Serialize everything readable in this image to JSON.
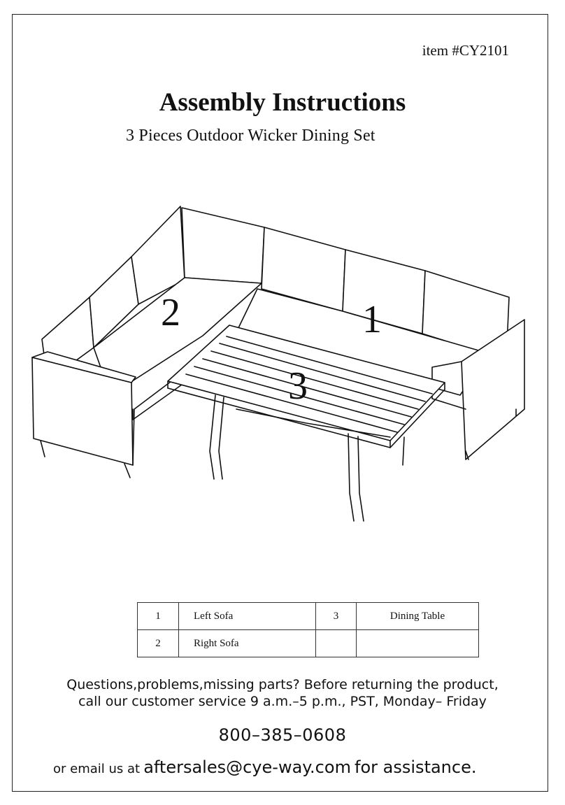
{
  "header": {
    "item_number": "item #CY2101",
    "title": "Assembly Instructions",
    "subtitle": "3 Pieces Outdoor Wicker Dining Set"
  },
  "illustration": {
    "label_1": "1",
    "label_2": "2",
    "label_3": "3"
  },
  "parts_table": [
    {
      "num_a": "1",
      "name_a": "Left  Sofa",
      "num_b": "3",
      "name_b": "Dining Table"
    },
    {
      "num_a": "2",
      "name_a": "Right Sofa",
      "num_b": "",
      "name_b": ""
    }
  ],
  "support": {
    "line1": "Questions,problems,missing parts? Before returning the product,",
    "line2": "call our customer service 9 a.m.–5 p.m., PST, Monday– Friday",
    "phone": "800–385–0608",
    "email_prefix": "or email us at",
    "email": "aftersales@cye-way.com",
    "email_suffix": "for assistance."
  }
}
